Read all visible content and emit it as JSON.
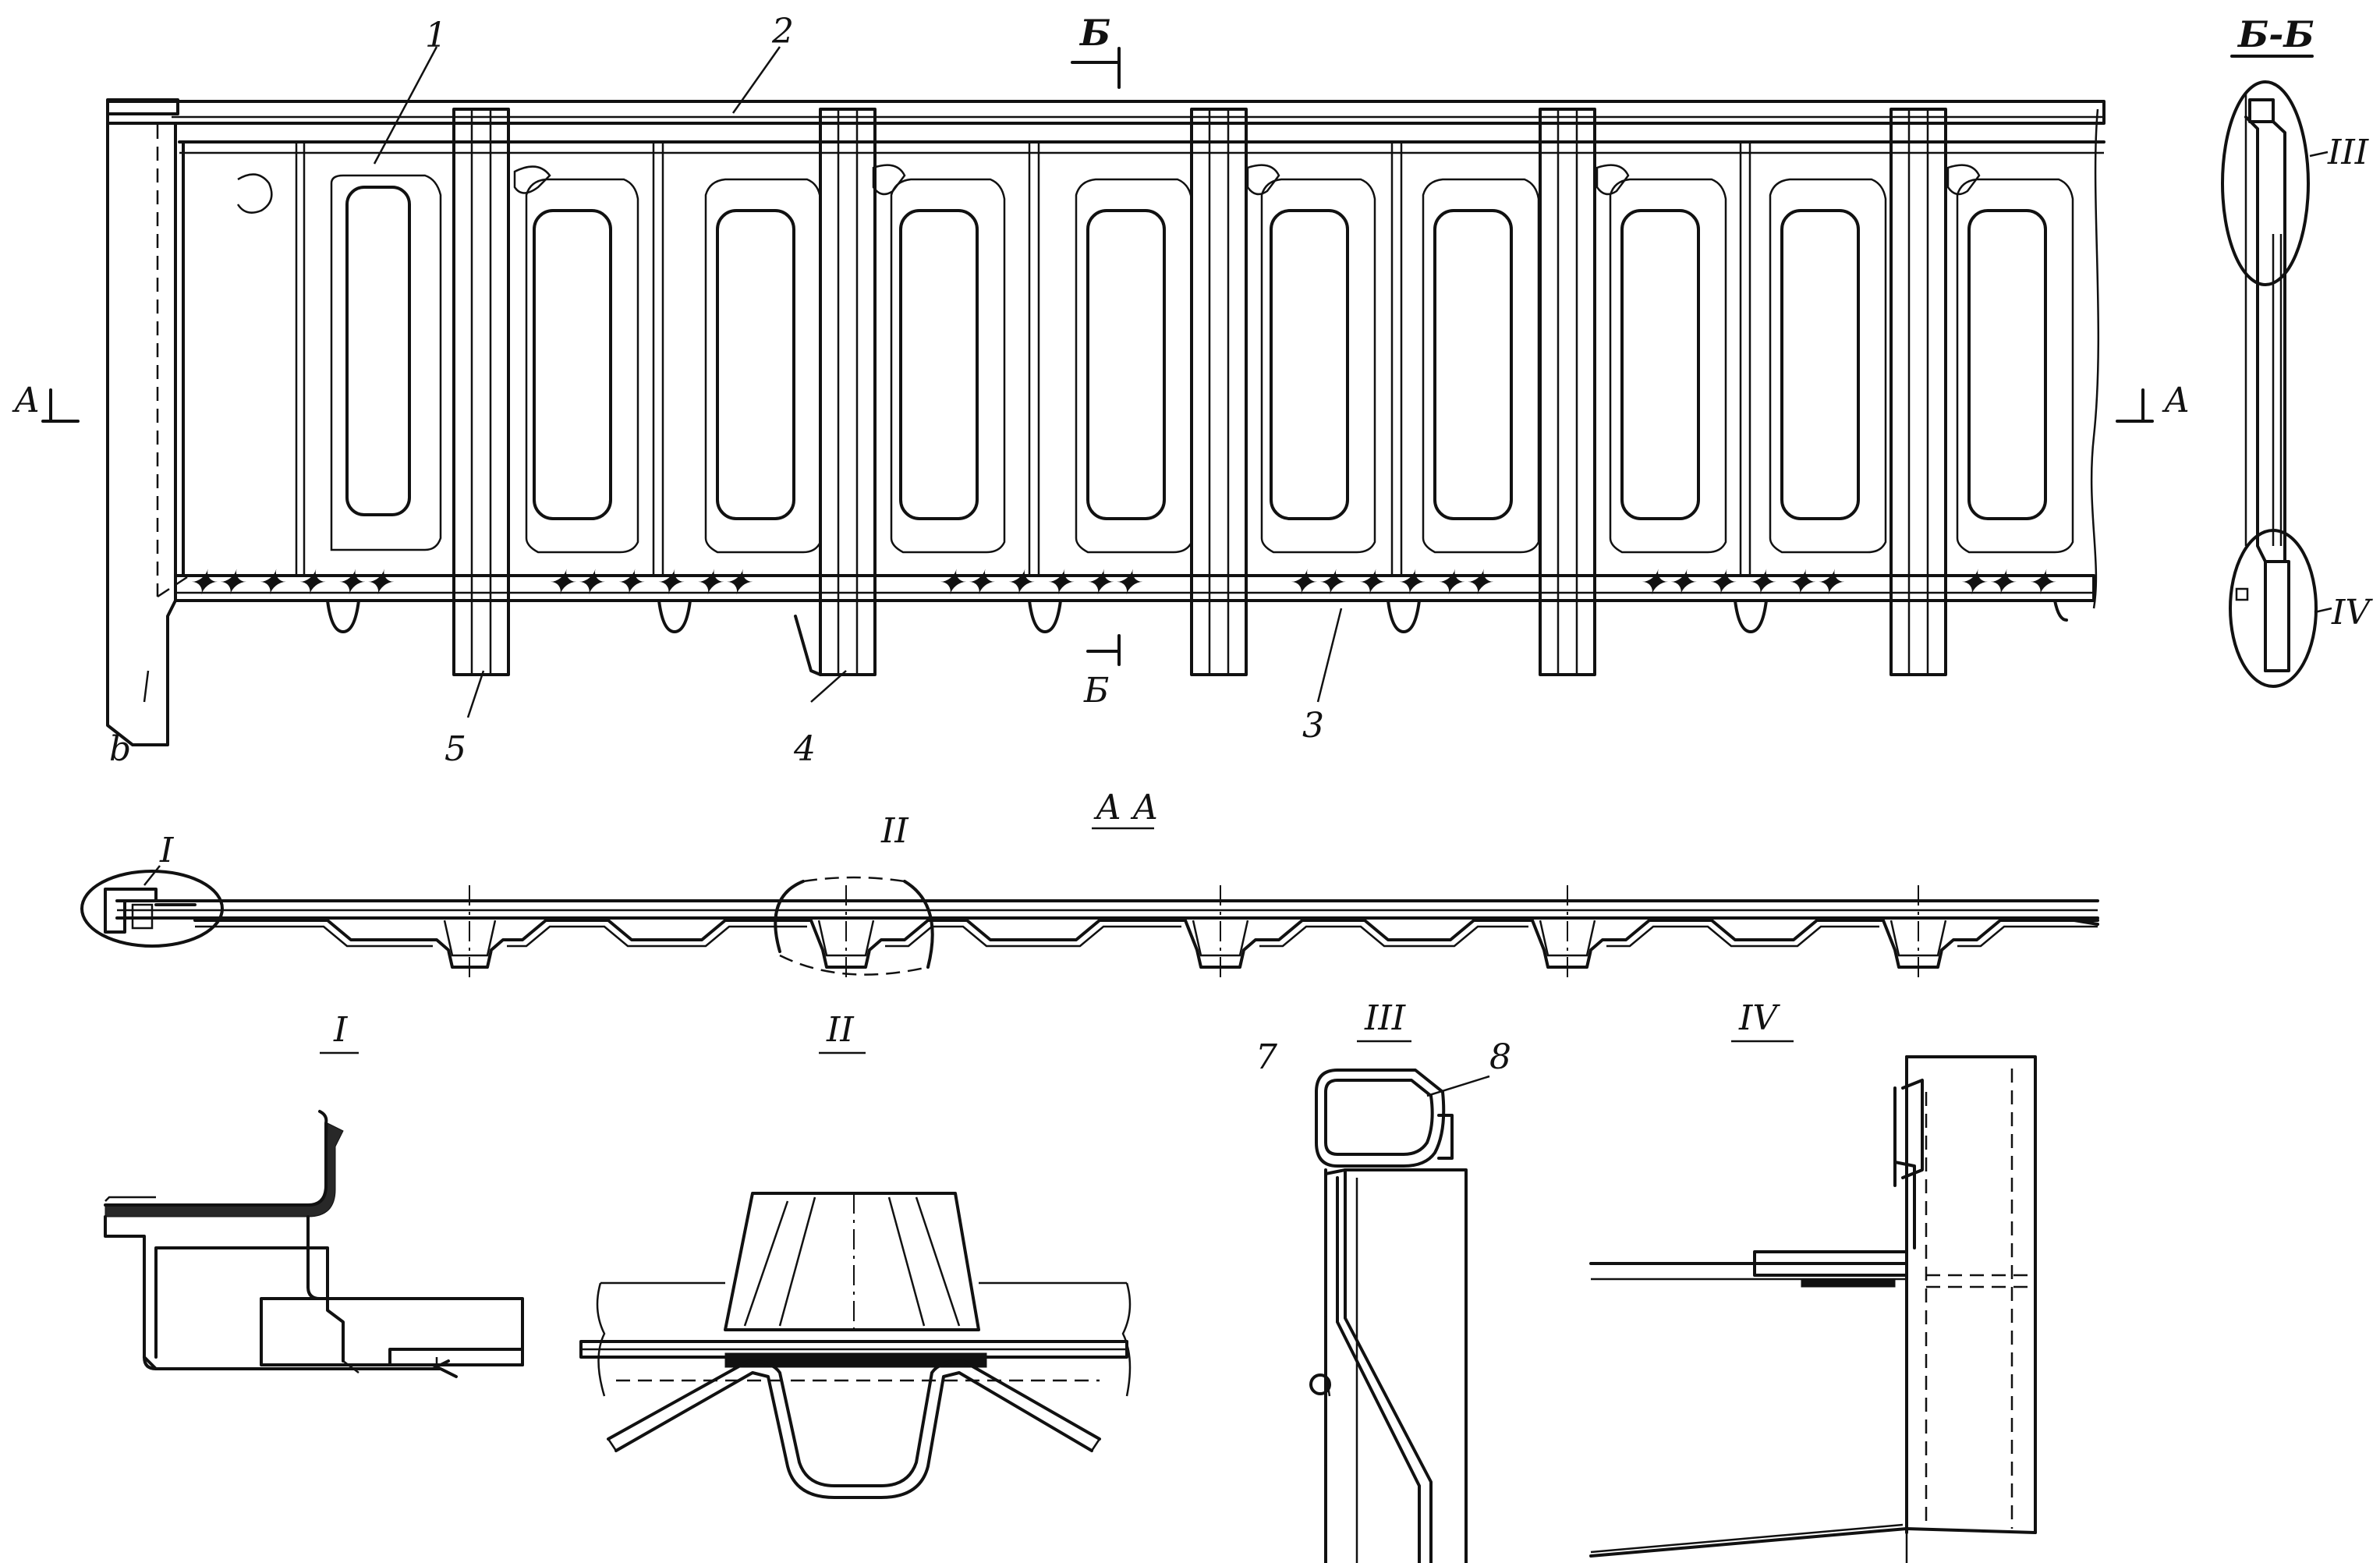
{
  "callouts": {
    "n1": "1",
    "n2": "2",
    "n3": "3",
    "n4": "4",
    "n5": "5",
    "n6": "b",
    "n7": "7",
    "n8": "8"
  },
  "section_marks": {
    "b_top": "Б",
    "b_bottom": "Б",
    "a_left": "А",
    "a_right": "А",
    "bb_title": "Б-Б",
    "aa_title": "А А"
  },
  "detail_labels": {
    "I_small": "I",
    "II_small": "II",
    "III_small": "III",
    "IV_small": "IV",
    "I_title": "I",
    "II_title": "II",
    "III_title": "III",
    "IV_title": "IV"
  }
}
